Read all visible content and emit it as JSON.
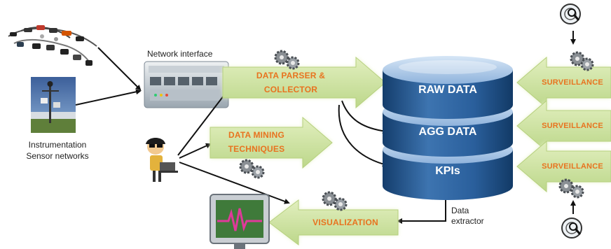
{
  "sources": {
    "network_interface_label": "Network interface",
    "instrumentation_line1": "Instrumentation",
    "instrumentation_line2": "Sensor networks"
  },
  "processes": {
    "parser_line1": "DATA PARSER &",
    "parser_line2": "COLLECTOR",
    "mining_line1": "DATA MINING",
    "mining_line2": "TECHNIQUES",
    "visualization": "VISUALIZATION"
  },
  "database": {
    "layer1": "RAW DATA",
    "layer2": "AGG DATA",
    "layer3": "KPIs"
  },
  "surveillance": [
    "SURVEILLANCE",
    "SURVEILLANCE",
    "SURVEILLANCE"
  ],
  "extractor": {
    "line1": "Data",
    "line2": "extractor"
  },
  "colors": {
    "arrow_fill": "#cfe3a0",
    "arrow_glow": "#e6f2c4",
    "arrow_text": "#e8731f",
    "db_dark": "#1d4f86",
    "db_mid": "#3f76b3",
    "db_light": "#a9c6e6",
    "monitor_screen": "#3f7a3a",
    "waveform": "#e0399a"
  },
  "icons": [
    "cable-bundle-icon",
    "weather-station-icon",
    "network-device-icon",
    "user-laptop-icon",
    "monitor-icon",
    "gear-icon",
    "magnifier-icon"
  ]
}
